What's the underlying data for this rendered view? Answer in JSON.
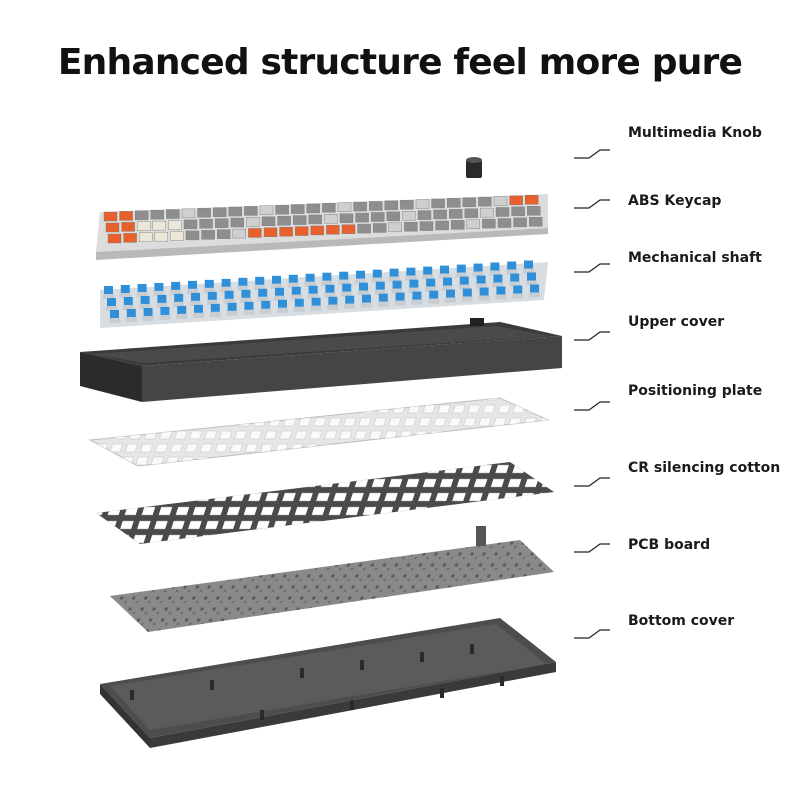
{
  "title": "Enhanced structure feel more pure",
  "layers": [
    {
      "label": "Multimedia Knob"
    },
    {
      "label": "ABS Keycap"
    },
    {
      "label": "Mechanical shaft"
    },
    {
      "label": "Upper cover"
    },
    {
      "label": "Positioning plate"
    },
    {
      "label": "CR silencing cotton"
    },
    {
      "label": "PCB board"
    },
    {
      "label": "Bottom cover"
    }
  ],
  "colors": {
    "keycap_orange": "#e8602c",
    "keycap_gray": "#8e8e8e",
    "keycap_cream": "#ece7d8",
    "switch_blue": "#2f8fd8",
    "cover_dark": "#3b3b3b",
    "plate_silver": "#e6e6e6",
    "cotton_dark": "#4a4a4a",
    "pcb_gray": "#8a8a8a",
    "bottom_dark": "#4d4d4d"
  }
}
